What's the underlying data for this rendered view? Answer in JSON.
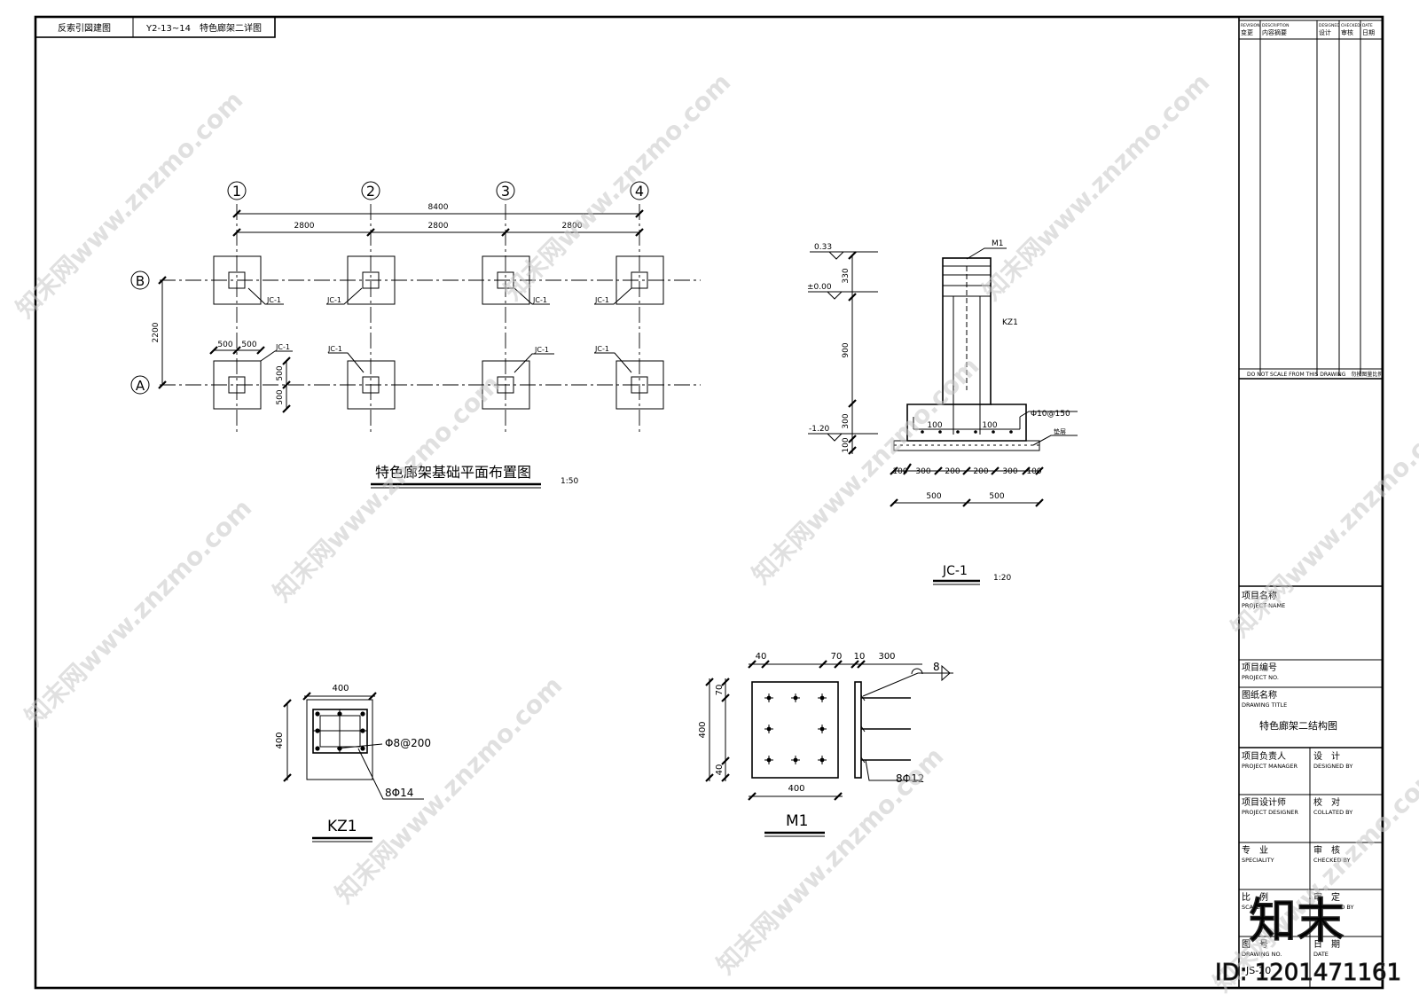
{
  "header": {
    "ref_label": "反索引図建图",
    "ref_code": "Y2-13~14　特色廊架二详图"
  },
  "plan": {
    "title": "特色廊架基础平面布置图",
    "scale": "1:50",
    "axis_numbers": [
      "1",
      "2",
      "3",
      "4"
    ],
    "axis_letters": [
      "B",
      "A"
    ],
    "total_dim": "8400",
    "bay_dims": [
      "2800",
      "2800",
      "2800"
    ],
    "row_dim": "2200",
    "footing_dims": [
      "500",
      "500"
    ],
    "footing_label": "JC-1"
  },
  "section": {
    "title": "JC-1",
    "scale": "1:20",
    "levels": [
      "0.33",
      "±0.00",
      "-1.20"
    ],
    "vert_dims": [
      "330",
      "900",
      "300",
      "100"
    ],
    "bottom_dims": [
      "100",
      "300",
      "200",
      "200",
      "300",
      "100"
    ],
    "half_dims": [
      "500",
      "500"
    ],
    "inner_dims": [
      "100",
      "100"
    ],
    "plate_label": "M1",
    "column_label": "KZ1",
    "rebar_label": "Φ10@150",
    "base_label": "垫层"
  },
  "kz1": {
    "title": "KZ1",
    "width": "400",
    "height": "400",
    "stirrup": "Φ8@200",
    "main_bars": "8Φ14"
  },
  "m1": {
    "title": "M1",
    "top_dims": [
      "40",
      "70",
      "10",
      "300"
    ],
    "left_dims": [
      "70",
      "400",
      "40"
    ],
    "bottom_dim": "400",
    "weld": "8",
    "bolts": "8Φ12"
  },
  "title_block": {
    "rev_headers": [
      {
        "en": "REVISION",
        "cn": "变更"
      },
      {
        "en": "DESCRIPTION",
        "cn": "内容摘要"
      },
      {
        "en": "DESIGNED",
        "cn": "设计"
      },
      {
        "en": "CHECKED",
        "cn": "审核"
      },
      {
        "en": "DATE",
        "cn": "日期"
      }
    ],
    "no_scale": "DO NOT SCALE FROM THIS DRAWING　勿按图量比例",
    "project_name_cn": "项目名称",
    "project_name_en": "PROJECT NAME",
    "project_no_cn": "项目编号",
    "project_no_en": "PROJECT NO.",
    "drawing_title_cn": "图纸名称",
    "drawing_title_en": "DRAWING TITLE",
    "drawing_title_value": "特色廊架二结构图",
    "pm_cn": "项目负责人",
    "pm_en": "PROJECT MANAGER",
    "designed_cn": "设　计",
    "designed_en": "DESIGNED BY",
    "pd_cn": "项目设计师",
    "pd_en": "PROJECT DESIGNER",
    "collated_cn": "校　对",
    "collated_en": "COLLATED BY",
    "speciality_cn": "专　业",
    "speciality_en": "SPECIALITY",
    "checked_cn": "审　核",
    "checked_en": "CHECKED BY",
    "scale_cn": "比　例",
    "scale_en": "SCALE",
    "approved_cn": "审　定",
    "approved_en": "APPROVED BY",
    "drawing_no_cn": "图　号",
    "drawing_no_en": "DRAWING NO.",
    "drawing_no_value": "JS-20",
    "date_cn": "日　期",
    "date_en": "DATE"
  },
  "watermark": {
    "text": "知末网www.znzmo.com",
    "logo": "知末",
    "id_label": "ID: 1201471161"
  }
}
